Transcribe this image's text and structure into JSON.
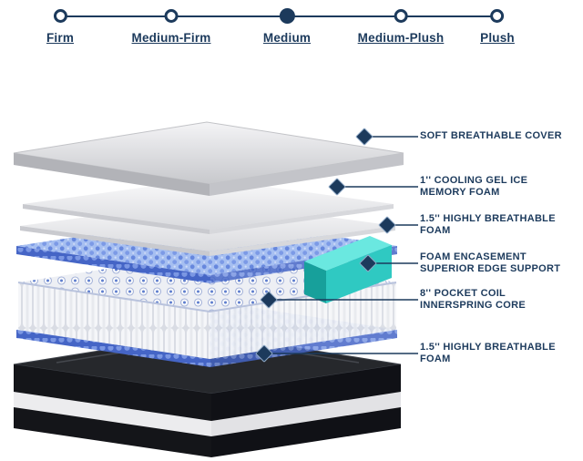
{
  "theme": {
    "navy": "#1c3a5c",
    "teal": "#35cfc8",
    "foam_blue": "#6687dd",
    "cover_gray": "#d9dadd",
    "base_black": "#141519"
  },
  "firmness_scale": {
    "selected": "Medium",
    "options": [
      {
        "label": "Firm"
      },
      {
        "label": "Medium-Firm"
      },
      {
        "label": "Medium"
      },
      {
        "label": "Medium-Plush"
      },
      {
        "label": "Plush"
      }
    ]
  },
  "layer_callouts": [
    {
      "line1": "SOFT BREATHABLE COVER",
      "line2": ""
    },
    {
      "line1": "1'' COOLING GEL ICE",
      "line2": "MEMORY FOAM"
    },
    {
      "line1": "1.5'' HIGHLY BREATHABLE",
      "line2": "FOAM"
    },
    {
      "line1": "FOAM ENCASEMENT",
      "line2": "SUPERIOR EDGE SUPPORT"
    },
    {
      "line1": "8'' POCKET COIL",
      "line2": "INNERSPRING CORE"
    },
    {
      "line1": "1.5'' HIGHLY BREATHABLE",
      "line2": "FOAM"
    }
  ]
}
